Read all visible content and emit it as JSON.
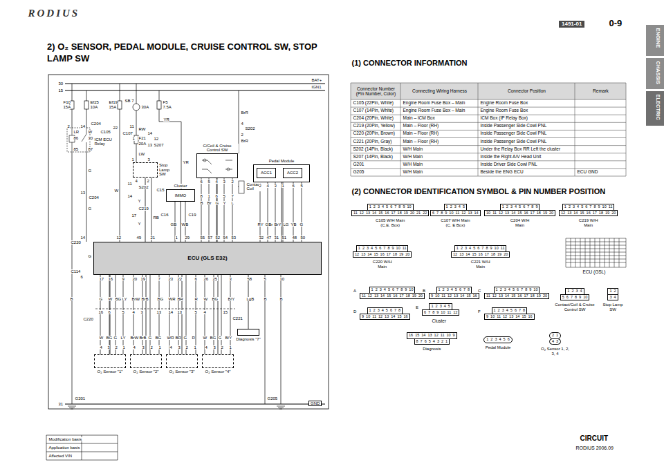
{
  "diagram": {
    "title": "2) O₂ SENSOR, PEDAL MODULE, CRUISE CONTROL SW, STOP LAMP SW",
    "nodes": [
      {
        "text": [
          "ECU (GLS E32)"
        ]
      },
      {
        "text": [
          "Stop Lamp SW"
        ]
      },
      {
        "text": [
          "Cluster",
          "IMMO"
        ]
      },
      {
        "text": [
          "C/Coil & Cruise Control SW"
        ]
      },
      {
        "text": [
          "Pedal Module"
        ]
      },
      {
        "text": [
          "ACC1"
        ],
        "in": 4
      },
      {
        "text": [
          "ACC2"
        ],
        "in": 4
      },
      {
        "text": [
          "O₂ Sensor \"1\""
        ]
      },
      {
        "text": [
          "O₂ Sensor \"2\""
        ]
      },
      {
        "text": [
          "O₂ Sensor \"3\""
        ]
      },
      {
        "text": [
          "O₂ Sensor \"4\""
        ]
      },
      {
        "text": [
          "Diagnosis \"7\""
        ]
      },
      {
        "text": [
          "1 2 3 4 5 6 7 8 9 10",
          "11 12 13 14 15 16 17 18 19 20 21 22",
          "C105 W/H Main (C.E. Box)"
        ]
      },
      {
        "text": [
          "1 2 3 4 5",
          "6 7 8 9 10 11 12 13 14",
          "C107 W/H Main (C. E Box)"
        ]
      },
      {
        "text": [
          "1 2 3 4 5 6 7 8 9",
          "10 11 12 13 14 15 16 17 18 19 20",
          "C204 W/H Main"
        ]
      },
      {
        "text": [
          "1 2 3 4 5 6 7 8 9 10 11",
          "12 13 14 15 16 17 18 19 20",
          "C219 W/H Main"
        ]
      },
      {
        "text": [
          "1 2 3 4 5 6 7 8 9 10 11",
          "12 13 14 15 16 17 18 19 20",
          "C220 W/H Main"
        ]
      },
      {
        "text": [
          "1 2 3 4 5 6 7 8 9 10 11",
          "12 13 14 15 16 17 18 19 20",
          "C221 W/H Main"
        ]
      },
      {
        "text": [
          "A",
          "1 2 3 4 5 6 7 8 9 10",
          "11 12 13 14 15 16 17 18 19 20"
        ]
      },
      {
        "text": [
          "B",
          "1 2 3 4 5 6 7 8",
          "9 10 11 12 13 14 15 16"
        ]
      },
      {
        "text": [
          "C",
          "1 2 3 4 5 6 7 8 9 10",
          "11 12 13 14 15 16 17 18 19 20"
        ]
      },
      {
        "text": [
          "D",
          "1 2 3 4 5 6 7 8",
          "9 10 11 12 13 14 15 16"
        ]
      },
      {
        "text": [
          "E",
          "1 2 3 4 5",
          "6 7 8 9 10 11 12"
        ]
      },
      {
        "text": [
          "F",
          "1 2 3 4 5 6 7 8",
          "9 10 11 12 13 14 15 16"
        ]
      },
      {
        "text": [
          "1 2 3 4",
          "5 6 7 8 9 10",
          "Contact/Coil & Cruise Control SW"
        ]
      },
      {
        "text": [
          "1 2",
          "3 4",
          "Stop Lamp SW"
        ]
      },
      {
        "text": [
          "16 15 14 13 12 11 10 9",
          "8 7 6 5 4 3 2 1",
          "Diagnosis"
        ]
      },
      {
        "text": [
          "1 2 3 4 5 6",
          "Pedal Module"
        ]
      },
      {
        "text": [
          "2 1",
          "4 3",
          "O₂ Sensor 1, 2, 3, 4"
        ]
      }
    ],
    "edges": [
      {
        "from": 0,
        "to": 7,
        "arrow": "none"
      },
      {
        "from": 0,
        "to": 8,
        "arrow": "none"
      },
      {
        "from": 0,
        "to": 9,
        "arrow": "none"
      },
      {
        "from": 0,
        "to": 10,
        "arrow": "none"
      },
      {
        "from": 0,
        "to": 11,
        "arrow": "none"
      },
      {
        "from": 1,
        "to": 0,
        "arrow": "none"
      },
      {
        "from": 2,
        "to": 0,
        "arrow": "none"
      },
      {
        "from": 3,
        "to": 0,
        "arrow": "none"
      },
      {
        "from": 4,
        "to": 0,
        "arrow": "none"
      }
    ],
    "labels": [
      "RODIUS",
      "1491-01",
      "0-9",
      "ENGINE",
      "CHASSIS",
      "ELECTRIC",
      "(1) CONNECTOR INFORMATION",
      "(2) CONNECTOR IDENTIFICATION SYMBOL & PIN NUMBER POSITION",
      "Modification basis",
      "Application basis",
      "Affected VIN",
      "CIRCUIT",
      "RODIUS 2006.09",
      "Connector Number (Pin Number, Color)",
      "Connecting Wiring Harness",
      "Connector Position",
      "Remark",
      "C105 (22Pin, White)",
      "Engine Room Fuse Box – Main",
      "Engine Room Fuse Box",
      "C107 (14Pin, White)",
      "Engine Room Fuse Box – Main",
      "Engine Room Fuse Box",
      "C204 (20Pin, White)",
      "Main – ICM Box",
      "ICM Box (IP Relay Box)",
      "C219 (20Pin, Yellow)",
      "Main – Floor (RH)",
      "Inside Passenger Side Cowl PNL",
      "C220 (20Pin, Brown)",
      "Main – Floor (RH)",
      "Inside Passenger Side Cowl PNL",
      "C221 (20Pin, Gray)",
      "Main – Floor (RH)",
      "Inside Passenger Side Cowl PNL",
      "S202 (14Pin, Black)",
      "W/H Main",
      "Under the Relay Box RR Left the cluster",
      "S207 (14Pin, Black)",
      "W/H Main",
      "Inside the Right A/V Head Unit",
      "G201",
      "W/H Main",
      "Inside Driver Side Cowl PNL",
      "G205",
      "W/H Main",
      "Beside the ENG ECU",
      "ECU GND",
      "Cluster",
      "ECU (GSL)",
      "30",
      "15",
      "BAT+",
      "IGN1",
      "F10",
      "15A",
      "Ef25",
      "10A",
      "Ef19",
      "15A",
      "SB 7",
      "30A",
      "F5",
      "7.5A",
      "2",
      "14",
      "C204",
      "LR",
      "W",
      "86",
      "30",
      "ICM ECU Relay",
      "85",
      "87",
      "G",
      "13",
      "C204",
      "G",
      "14",
      "C220",
      "G",
      "C114",
      "6",
      "22",
      "C105",
      "11",
      "C107",
      "RW",
      "1",
      "F21",
      "20A",
      "14",
      "12",
      "13",
      "S207",
      "YR",
      "LW",
      "1",
      "3",
      "4",
      "2",
      "11",
      "S202",
      "14",
      "Y",
      "C219",
      "17",
      "Y",
      "W",
      "RB",
      "C15",
      "YR",
      "C16",
      "C19",
      "GB",
      "WB",
      "BrR",
      "4",
      "S202",
      "2",
      "BrR",
      "Contact Coil",
      "6",
      "5",
      "4",
      "3",
      "2",
      "8",
      "1",
      "6",
      "5",
      "7",
      "B",
      "Br",
      "G",
      "Y",
      "L",
      "2",
      "4",
      "3",
      "1",
      "6",
      "5",
      "RY",
      "GBr",
      "BrY",
      "LG",
      "YB",
      "G",
      "12",
      "49",
      "21",
      "1",
      "29",
      "55",
      "57",
      "52",
      "54",
      "53",
      "32",
      "47",
      "31",
      "51",
      "48",
      "50",
      "17",
      "16",
      "9",
      "20",
      "19",
      "7",
      "23",
      "22",
      "6",
      "26",
      "25",
      "3",
      "58",
      "5",
      "10",
      "B",
      "G",
      "W",
      "BG",
      "LY",
      "BrW",
      "BrB",
      "BG",
      "WR",
      "BR",
      "R",
      "W",
      "BG",
      "B/Y",
      "LgB",
      "B",
      "B",
      "C220",
      "16",
      "6",
      "5",
      "4",
      "3",
      "13",
      "14",
      "13",
      "5",
      "4",
      "15",
      "C221",
      "W",
      "BG",
      "G",
      "LY",
      "BrW",
      "BrB",
      "G",
      "BG",
      "WR",
      "BR",
      "G",
      "R",
      "W",
      "BG",
      "G",
      "B/Y",
      "4",
      "3",
      "2",
      "1",
      "4",
      "3",
      "2",
      "1",
      "4",
      "3",
      "2",
      "1",
      "4",
      "3",
      "2",
      "1",
      "31",
      "G201",
      "G205",
      "GND"
    ]
  }
}
